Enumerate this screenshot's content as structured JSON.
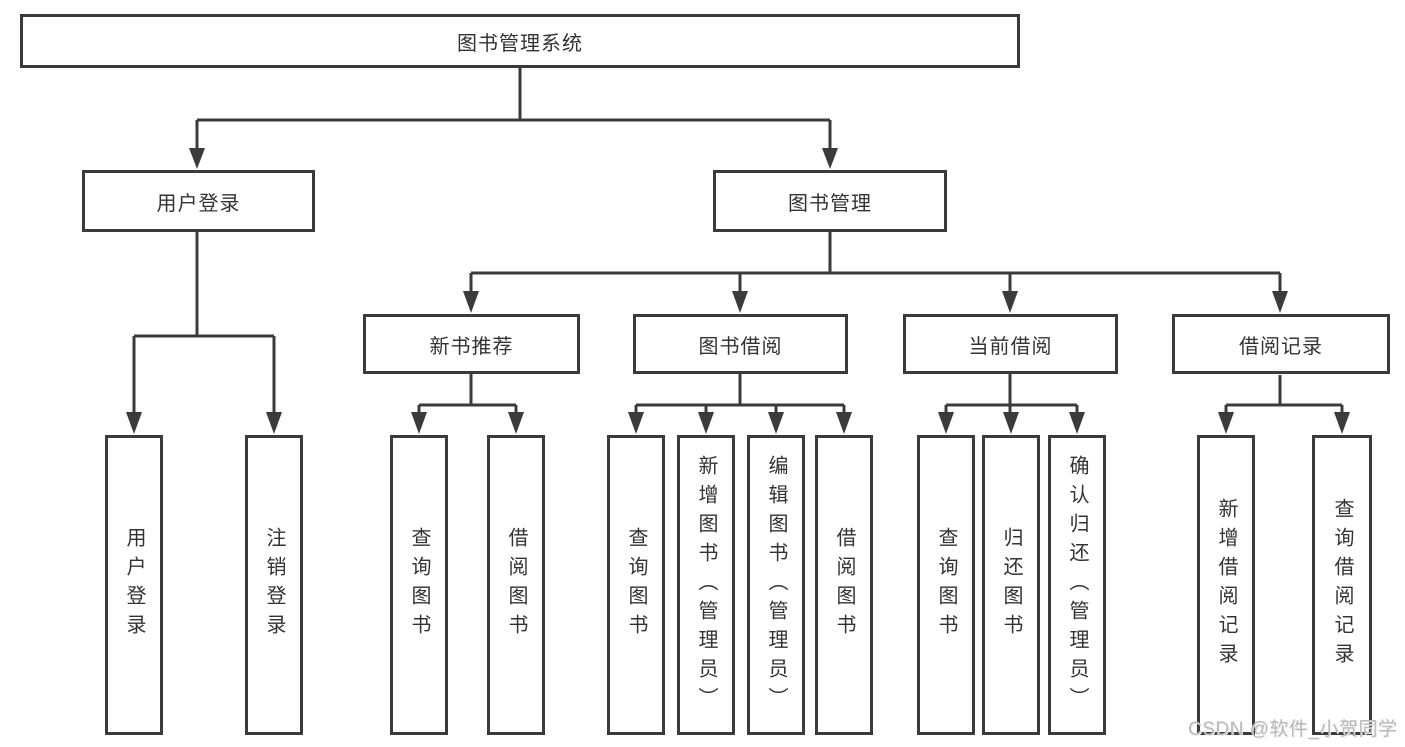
{
  "diagram": {
    "root": {
      "label": "图书管理系统"
    },
    "branches": [
      {
        "label": "用户登录",
        "children": [
          {
            "label": "用户登录"
          },
          {
            "label": "注销登录"
          }
        ]
      },
      {
        "label": "图书管理",
        "children": [
          {
            "label": "新书推荐",
            "children": [
              {
                "label": "查询图书"
              },
              {
                "label": "借阅图书"
              }
            ]
          },
          {
            "label": "图书借阅",
            "children": [
              {
                "label": "查询图书"
              },
              {
                "label": "新增图书（管理员）"
              },
              {
                "label": "编辑图书（管理员）"
              },
              {
                "label": "借阅图书"
              }
            ]
          },
          {
            "label": "当前借阅",
            "children": [
              {
                "label": "查询图书"
              },
              {
                "label": "归还图书"
              },
              {
                "label": "确认归还（管理员）"
              }
            ]
          },
          {
            "label": "借阅记录",
            "children": [
              {
                "label": "新增借阅记录"
              },
              {
                "label": "查询借阅记录"
              }
            ]
          }
        ]
      }
    ]
  },
  "watermark": {
    "text": "CSDN @软件_小贺同学",
    "color": "#b9b9b9"
  },
  "colors": {
    "line": "#3b3b3b",
    "border": "#3b3b3b",
    "text": "#333333",
    "background": "#ffffff"
  }
}
